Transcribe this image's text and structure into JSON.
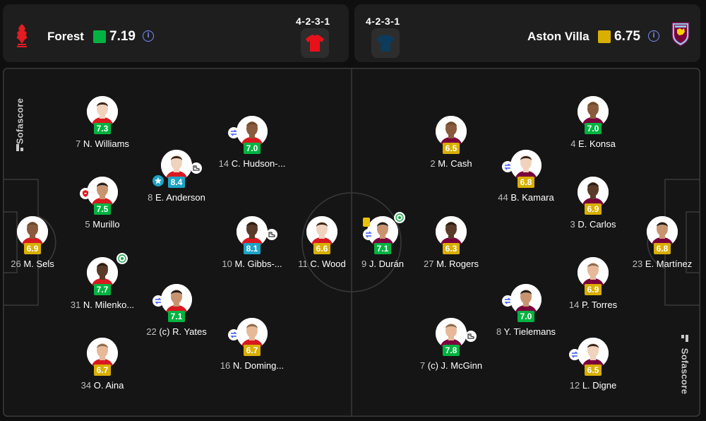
{
  "home": {
    "name": "Forest",
    "rating": "7.19",
    "rating_color": "#00b341",
    "formation": "4-2-3-1",
    "kit_color": "#e8111a",
    "logo": "nottingham-forest-crest-icon"
  },
  "away": {
    "name": "Aston Villa",
    "rating": "6.75",
    "rating_color": "#d9af00",
    "formation": "4-2-3-1",
    "kit_color": "#0d3b5c",
    "logo": "aston-villa-crest-icon"
  },
  "watermark": "Sofascore",
  "players": [
    {
      "num": "7",
      "name": "N. Williams",
      "rating": "7.3",
      "color": "green"
    },
    {
      "num": "5",
      "name": "Murillo",
      "rating": "7.5",
      "color": "green"
    },
    {
      "num": "26",
      "name": "M. Sels",
      "rating": "6.9",
      "color": "yellow"
    },
    {
      "num": "31",
      "name": "N. Milenko...",
      "rating": "7.7",
      "color": "green"
    },
    {
      "num": "34",
      "name": "O. Aina",
      "rating": "6.7",
      "color": "yellow"
    },
    {
      "num": "8",
      "name": "E. Anderson",
      "rating": "8.4",
      "color": "teal"
    },
    {
      "num": "22",
      "name": "(c) R. Yates",
      "rating": "7.1",
      "color": "green"
    },
    {
      "num": "14",
      "name": "C. Hudson-...",
      "rating": "7.0",
      "color": "green"
    },
    {
      "num": "10",
      "name": "M. Gibbs-...",
      "rating": "8.1",
      "color": "teal"
    },
    {
      "num": "16",
      "name": "N. Doming...",
      "rating": "6.7",
      "color": "yellow"
    },
    {
      "num": "11",
      "name": "C. Wood",
      "rating": "6.6",
      "color": "yellow"
    },
    {
      "num": "9",
      "name": "J. Durán",
      "rating": "7.1",
      "color": "green"
    },
    {
      "num": "2",
      "name": "M. Cash",
      "rating": "6.5",
      "color": "yellow"
    },
    {
      "num": "27",
      "name": "M. Rogers",
      "rating": "6.3",
      "color": "yellow"
    },
    {
      "num": "7",
      "name": "(c) J. McGinn",
      "rating": "7.8",
      "color": "green"
    },
    {
      "num": "44",
      "name": "B. Kamara",
      "rating": "6.8",
      "color": "yellow"
    },
    {
      "num": "8",
      "name": "Y. Tielemans",
      "rating": "7.0",
      "color": "green"
    },
    {
      "num": "4",
      "name": "E. Konsa",
      "rating": "7.0",
      "color": "green"
    },
    {
      "num": "3",
      "name": "D. Carlos",
      "rating": "6.9",
      "color": "yellow"
    },
    {
      "num": "14",
      "name": "P. Torres",
      "rating": "6.9",
      "color": "yellow"
    },
    {
      "num": "12",
      "name": "L. Digne",
      "rating": "6.5",
      "color": "yellow"
    },
    {
      "num": "23",
      "name": "E. Martínez",
      "rating": "6.8",
      "color": "yellow"
    }
  ]
}
